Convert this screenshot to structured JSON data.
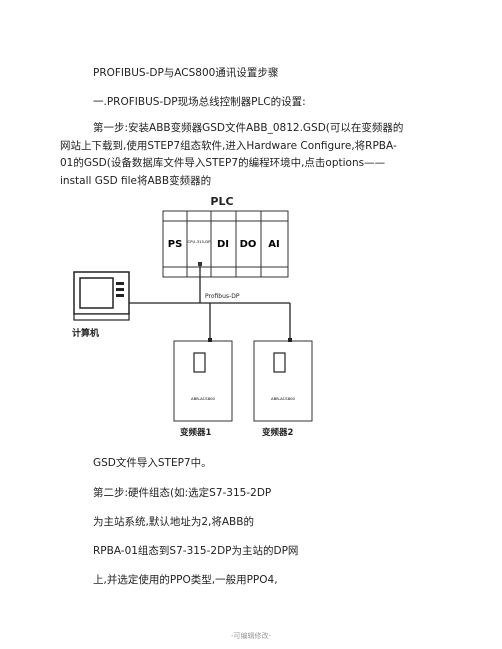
{
  "title": "PROFIBUS-DP与ACS800通讯设置步骤",
  "section1": "一.PROFIBUS-DP现场总线控制器PLC的设置:",
  "step1": "第一步:安装ABB变频器GSD文件ABB_0812.GSD(可以在变频器的网站上下载到,使用STEP7组态软件,进入Hardware Configure,将RPBA-01的GSD(设备数据库文件导入STEP7的编程环境中,点击options——install GSD file将ABB变频器的",
  "diagram": {
    "plc_label": "PLC",
    "modules": [
      "PS",
      "CPU-315-DP",
      "DI",
      "DO",
      "AI"
    ],
    "bus_label": "Profibus-DP",
    "computer_label": "计算机",
    "drive1_model": "ABB-ACS800",
    "drive1_label": "变频器1",
    "drive2_model": "ABB-ACS800",
    "drive2_label": "变频器2"
  },
  "line_gsd": "GSD文件导入STEP7中。",
  "step2_l1": "第二步:硬件组态(如:选定S7-315-2DP",
  "step2_l2": "为主站系统,默认地址为2,将ABB的",
  "step2_l3": "RPBA-01组态到S7-315-2DP为主站的DP网",
  "step2_l4": "上,并选定使用的PPO类型,一般用PPO4,",
  "footer": "-可编辑修改-"
}
